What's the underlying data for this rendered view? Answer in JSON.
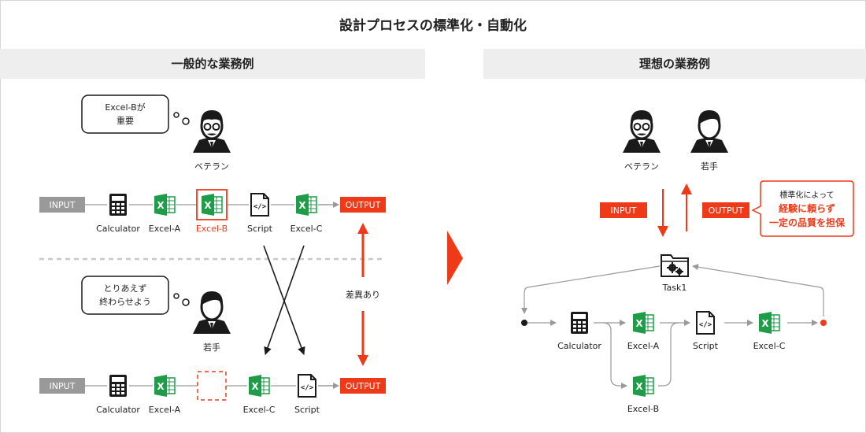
{
  "title": "設計プロセスの標準化・自動化",
  "left_panel": {
    "header": "一般的な業務例",
    "veteran": {
      "bubble": [
        "Excel-Bが",
        "重要"
      ],
      "label": "ベテラン"
    },
    "junior": {
      "bubble": [
        "とりあえず",
        "終わらせよう"
      ],
      "label": "若手"
    },
    "top_flow": {
      "input": "INPUT",
      "output": "OUTPUT",
      "steps": [
        "Calculator",
        "Excel-A",
        "Excel-B",
        "Script",
        "Excel-C"
      ]
    },
    "bottom_flow": {
      "input": "INPUT",
      "output": "OUTPUT",
      "steps": [
        "Calculator",
        "Excel-A",
        "Excel-C",
        "Script"
      ]
    },
    "difference_label": "差異あり"
  },
  "right_panel": {
    "header": "理想の業務例",
    "veteran_label": "ベテラン",
    "junior_label": "若手",
    "input": "INPUT",
    "output": "OUTPUT",
    "callout": [
      "標準化によって",
      "経験に頼らず",
      "一定の品質を担保"
    ],
    "task_label": "Task1",
    "steps": [
      "Calculator",
      "Excel-A",
      "Script",
      "Excel-C",
      "Excel-B"
    ]
  },
  "colors": {
    "accent": "#ee3a18",
    "excel_green": "#1e9c48",
    "tag_gray": "#999999",
    "dark": "#1a1a1a"
  },
  "icons": {
    "calculator": "calculator-icon",
    "excel": "excel-icon",
    "script": "script-icon",
    "folder": "folder-gear-icon",
    "person": "person-icon"
  }
}
